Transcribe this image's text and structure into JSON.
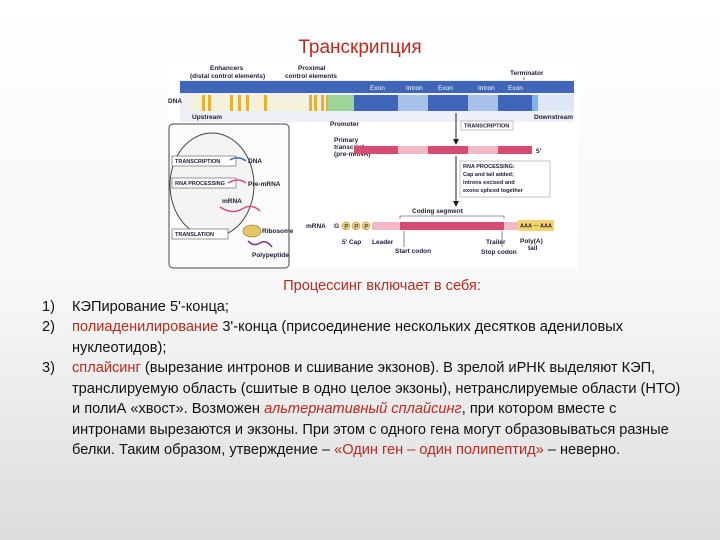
{
  "title": "Транскрипция",
  "figure": {
    "enhancers": "Enhancers",
    "enhancers_sub": "(distal control elements)",
    "proximal": "Proximal",
    "proximal_sub": "control elements",
    "terminator": "Terminator",
    "exon": "Exon",
    "intron": "Intron",
    "dna": "DNA",
    "upstream": "Upstream",
    "promoter": "Promoter",
    "downstream": "Downstream",
    "transcription_tag": "TRANSCRIPTION",
    "primary": "Primary",
    "primary_2": "transcript",
    "primary_3": "(pre-mRNA)",
    "end5": "5'",
    "rna_processing": "RNA PROCESSING:",
    "rna_proc_2": "Cap and tail added;",
    "rna_proc_3": "introns excised and",
    "rna_proc_4": "exons spliced together",
    "coding_segment": "Coding segment",
    "mrna": "mRNA",
    "g": "G",
    "p": "P",
    "poly": "AAA ··· AAA",
    "cap5": "5' Cap",
    "leader": "Leader",
    "start_codon": "Start codon",
    "stop_codon": "Stop codon",
    "trailer": "Trailer",
    "polya": "Poly(A)",
    "polya_2": "tail",
    "cell_transcription": "TRANSCRIPTION",
    "cell_dna": "DNA",
    "cell_rna_processing": "RNA PROCESSING",
    "cell_pre_mrna": "Pre-mRNA",
    "cell_mrna": "mRNA",
    "cell_translation": "TRANSLATION",
    "cell_ribosome": "Ribosome",
    "cell_polypeptide": "Polypeptide"
  },
  "text": {
    "lead": "Процессинг включает в себя:",
    "i1_num": "1)",
    "i1_text": "КЭПирование 5'-конца;",
    "i2_num": "2)",
    "i2_red": "полиаденилирование",
    "i2_rest": " 3'-конца (присоединение нескольких десятков адениловых нуклеотидов);",
    "i3_num": "3)",
    "i3_red": "сплайсинг",
    "i3_a": " (вырезание интронов и сшивание экзонов). В зрелой и",
    "i3_b": "РНК выделяют КЭП, транслируемую область (сшитые в одно целое экзоны), нетранслируемые области (НТО) и поли",
    "i3_c": "А «хвост». Возможен ",
    "i3_alt": "альтернативный сплайсинг",
    "i3_d": ", при котором вместе с интронами вырезаются и экзоны. При этом с одного гена могут образовываться разные белки.  Таким образом, утверждение – ",
    "i3_quote": "«Один ген – один полипептид»",
    "i3_end": " – неверно."
  }
}
